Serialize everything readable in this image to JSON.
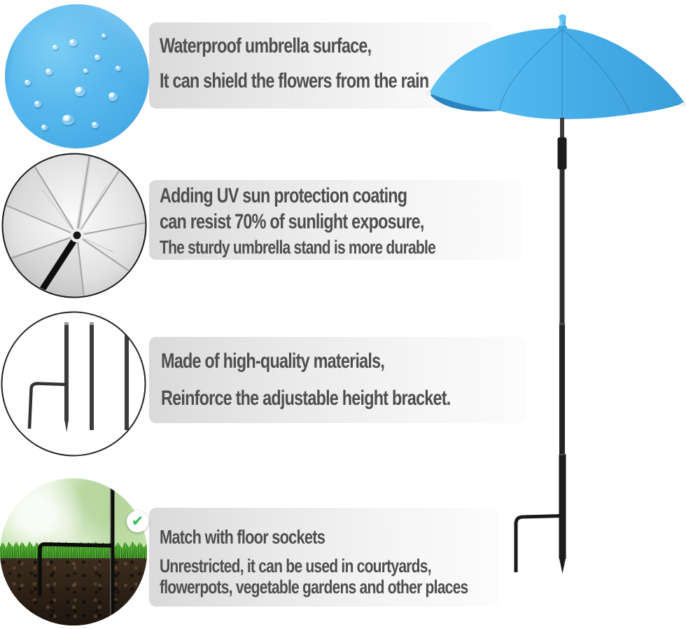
{
  "features": [
    {
      "title": "Waterproof umbrella surface,",
      "line2": "It can shield the flowers from the rain",
      "photo": "water-droplets-on-blue-umbrella-fabric"
    },
    {
      "title": "Adding UV sun protection coating",
      "line2": "can resist 70% of sunlight exposure,",
      "line3": "The sturdy umbrella stand is more durable",
      "photo": "umbrella-underside-ribs"
    },
    {
      "title": "Made of high-quality materials,",
      "line2": "Reinforce the adjustable height bracket.",
      "photo": "three-pole-segments-with-foot-bracket"
    },
    {
      "title": "Match with floor sockets",
      "line2": "Unrestricted, it can be used in courtyards,",
      "line3": "flowerpots, vegetable gardens and other places",
      "photo": "stake-inserted-in-grass-and-soil"
    }
  ],
  "icons": {
    "check": "✔"
  },
  "colors": {
    "text_gray": "#4e4e4e",
    "panel_gray": "#dadada",
    "canopy_blue": "#4bb1e9",
    "canopy_blue_light": "#63c3f3",
    "canopy_blue_dark": "#3a9fd9",
    "canopy_fold_blue": "#2a82bf",
    "droplet_blue": "#4fb3ea",
    "check_green": "#2ebd4e",
    "grass_green": "#3f9b28",
    "soil_brown": "#32251a",
    "pole_black": "#1c1c1c"
  }
}
